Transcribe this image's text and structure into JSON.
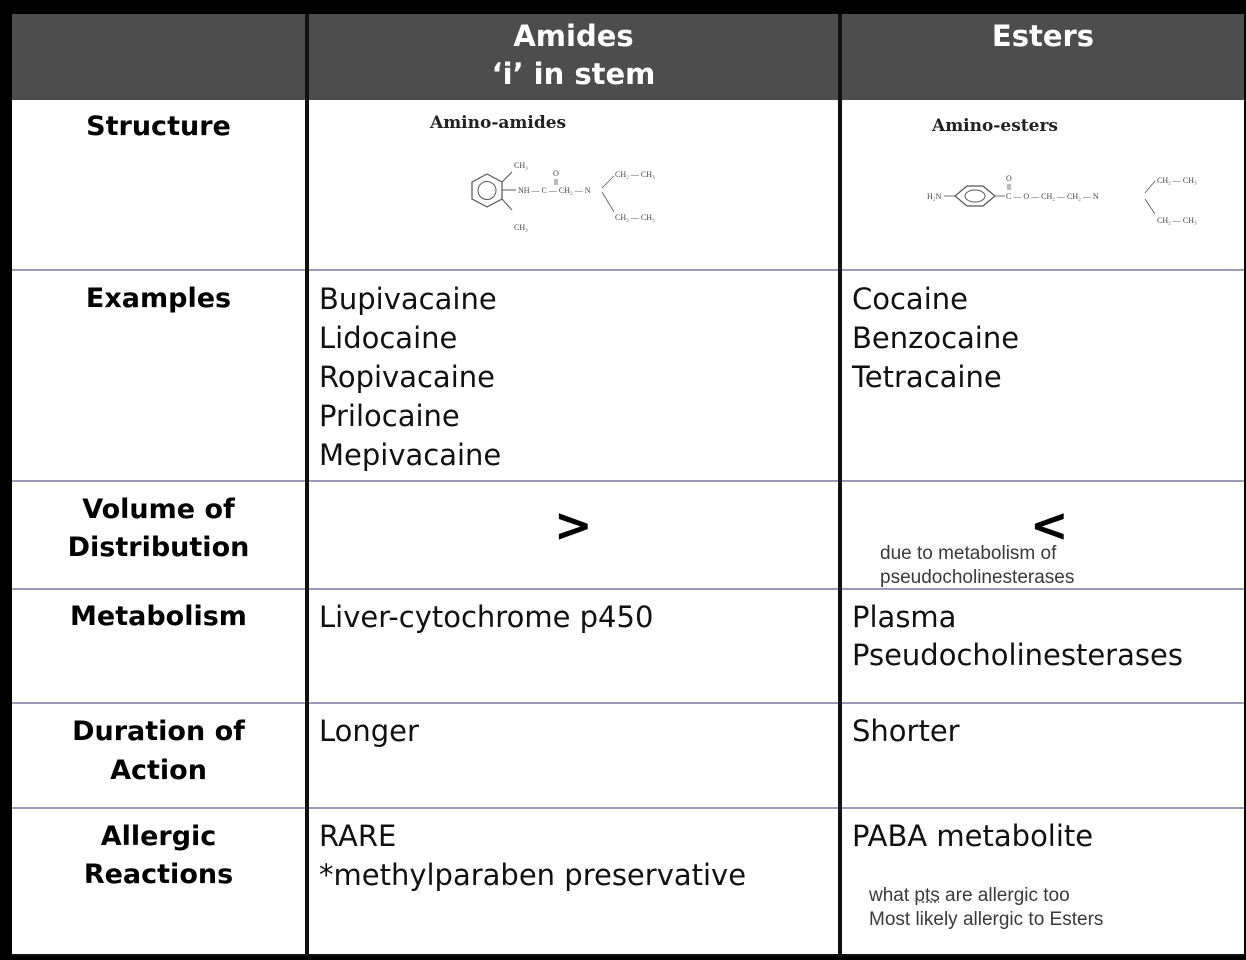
{
  "header": {
    "col1_line1": "Amides",
    "col1_line2": "‘i’ in stem",
    "col2": "Esters"
  },
  "structure": {
    "label": "Structure",
    "amide_title": "Amino-amides",
    "ester_title": "Amino-esters"
  },
  "examples": {
    "label": "Examples",
    "amides": [
      "Bupivacaine",
      "Lidocaine",
      "Ropivacaine",
      "Prilocaine",
      "Mepivacaine"
    ],
    "esters": [
      "Cocaine",
      "Benzocaine",
      "Tetracaine"
    ]
  },
  "volume": {
    "label_line1": "Volume of",
    "label_line2": "Distribution",
    "amide_symbol": ">",
    "ester_symbol": "<",
    "ester_note_line1": "due to metabolism of",
    "ester_note_line2": "pseudocholinesterases"
  },
  "metabolism": {
    "label": "Metabolism",
    "amide": "Liver-cytochrome p450",
    "ester_line1": "Plasma",
    "ester_line2": "Pseudocholinesterases"
  },
  "duration": {
    "label_line1": "Duration of",
    "label_line2": "Action",
    "amide": "Longer",
    "ester": "Shorter"
  },
  "allergic": {
    "label_line1": "Allergic",
    "label_line2": "Reactions",
    "amide_line1": "RARE",
    "amide_line2": "*methylparaben preservative",
    "ester_line1": "PABA metabolite",
    "ester_note_pre": "what ",
    "ester_note_underlined": "pts",
    "ester_note_post": " are allergic too",
    "ester_note_line2": "Most likely allergic to Esters"
  },
  "colors": {
    "header_bg": "#4d4d4d",
    "grid_line": "#9a9ab8",
    "border": "#000000"
  }
}
